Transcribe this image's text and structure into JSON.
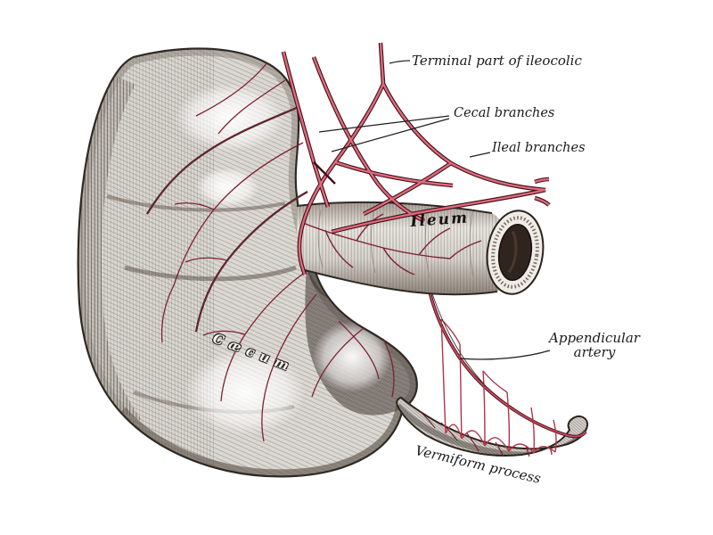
{
  "figure": {
    "kind": "anatomical-engraving",
    "parts": [
      "cecum-drawing",
      "ileum-drawing",
      "vermiform-process-drawing",
      "mesoappendix-arcade-drawing",
      "ileocolic-artery-tree-drawing",
      "appendicular-artery-drawing",
      "leader-lines"
    ]
  },
  "labels": {
    "terminal_ileocolic": "Terminal part of ileocolic",
    "cecal_branches": "Cecal branches",
    "ileal_branches": "Ileal branches",
    "ileum": "Ileum",
    "appendicular_line1": "Appendicular",
    "appendicular_line2": "artery",
    "vermiform_process": "Vermiform process",
    "caecum": "Cæcum"
  },
  "colors": {
    "background": "#ffffff",
    "artery_main_fill": "#e06a7a",
    "artery_outline": "#3d0f1a",
    "vessel_fine": "#7e2130",
    "arcade_red": "#b03546",
    "organ_base": "#dbd8d3",
    "organ_shadow": "#4a403a",
    "lumen": "#2f241e",
    "label_ink": "#1b1b1b"
  }
}
